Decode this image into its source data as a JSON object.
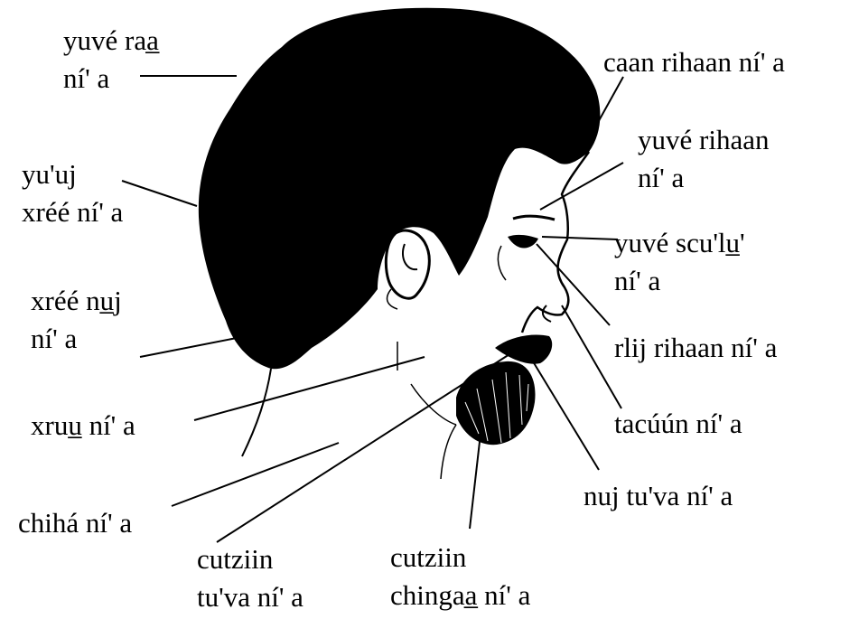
{
  "labels": {
    "scalp": [
      "yuvé raa̲",
      "ní' a"
    ],
    "nape_hair": [
      "yu'uj",
      "xréé ní' a"
    ],
    "neck_back": [
      "xréé nu̲j",
      "ní' a"
    ],
    "throat": [
      "xruu̲ ní' a"
    ],
    "jaw": [
      "chihá ní' a"
    ],
    "beard_lower": [
      "cutziin",
      "tu'va ní' a"
    ],
    "beard_chin": [
      "cutziin",
      "chingaa̲ ní' a"
    ],
    "forehead": [
      "caan rihaan ní' a"
    ],
    "eyebrow": [
      "yuvé rihaan",
      "ní' a"
    ],
    "eyelash": [
      "yuvé scu'lu̲'",
      "ní' a"
    ],
    "eye": [
      "rlij rihaan ní' a"
    ],
    "nose": [
      "tacúún ní' a"
    ],
    "mouth": [
      "nuj tu'va ní' a"
    ]
  },
  "colors": {
    "ink": "#000000",
    "paper": "#ffffff"
  }
}
